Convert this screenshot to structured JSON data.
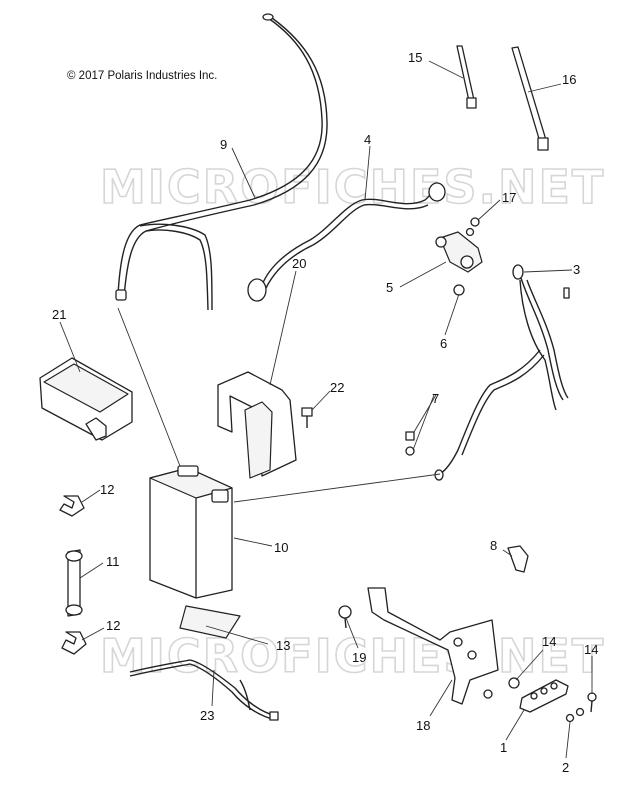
{
  "copyright": "© 2017 Polaris Industries Inc.",
  "watermark": "MICROFICHES.NET",
  "callouts": [
    {
      "id": "c1",
      "label": "1"
    },
    {
      "id": "c2",
      "label": "2"
    },
    {
      "id": "c3",
      "label": "3"
    },
    {
      "id": "c4",
      "label": "4"
    },
    {
      "id": "c5",
      "label": "5"
    },
    {
      "id": "c6",
      "label": "6"
    },
    {
      "id": "c7",
      "label": "7"
    },
    {
      "id": "c8",
      "label": "8"
    },
    {
      "id": "c9",
      "label": "9"
    },
    {
      "id": "c10",
      "label": "10"
    },
    {
      "id": "c11",
      "label": "11"
    },
    {
      "id": "c12a",
      "label": "12"
    },
    {
      "id": "c12b",
      "label": "12"
    },
    {
      "id": "c13",
      "label": "13"
    },
    {
      "id": "c14a",
      "label": "14"
    },
    {
      "id": "c14b",
      "label": "14"
    },
    {
      "id": "c15",
      "label": "15"
    },
    {
      "id": "c16",
      "label": "16"
    },
    {
      "id": "c17",
      "label": "17"
    },
    {
      "id": "c18",
      "label": "18"
    },
    {
      "id": "c19",
      "label": "19"
    },
    {
      "id": "c20",
      "label": "20"
    },
    {
      "id": "c21",
      "label": "21"
    },
    {
      "id": "c22",
      "label": "22"
    },
    {
      "id": "c23",
      "label": "23"
    }
  ]
}
